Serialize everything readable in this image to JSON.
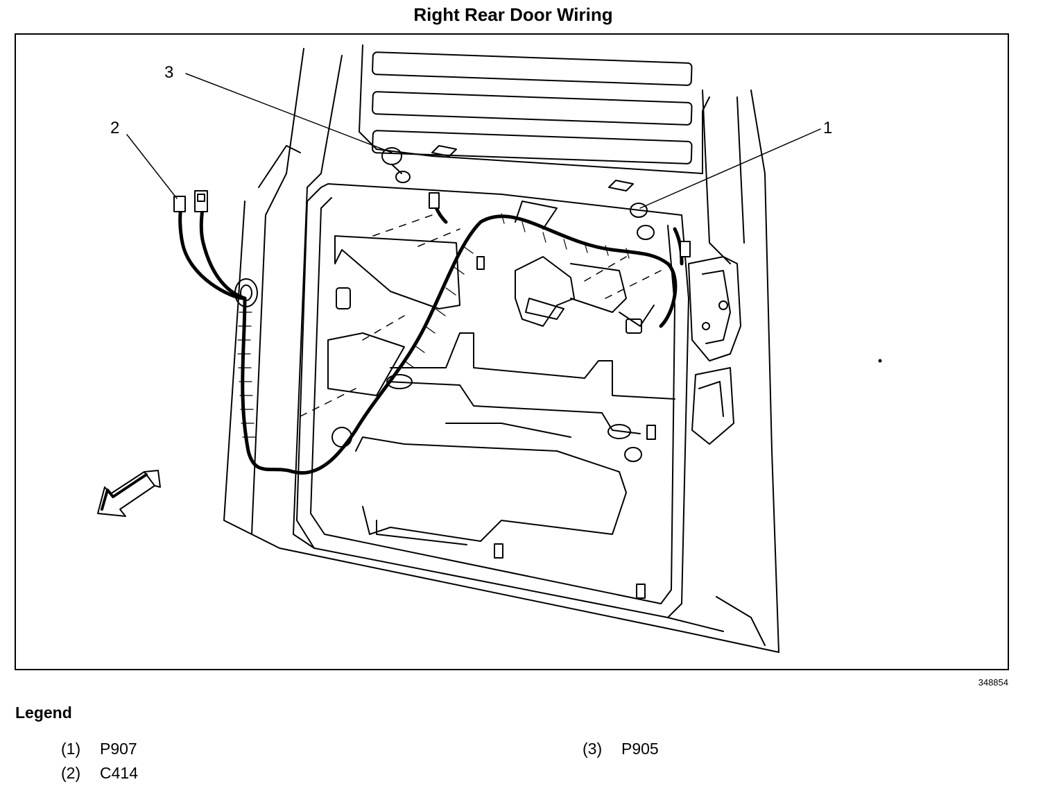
{
  "title": "Right Rear Door Wiring",
  "figure_id": "348854",
  "callouts": [
    "1",
    "2",
    "3"
  ],
  "legend": {
    "heading": "Legend",
    "items": [
      {
        "num": "(1)",
        "label": "P907"
      },
      {
        "num": "(2)",
        "label": "C414"
      },
      {
        "num": "(3)",
        "label": "P905"
      }
    ]
  },
  "icons": {
    "direction_arrow": "front-direction-arrow-icon"
  }
}
